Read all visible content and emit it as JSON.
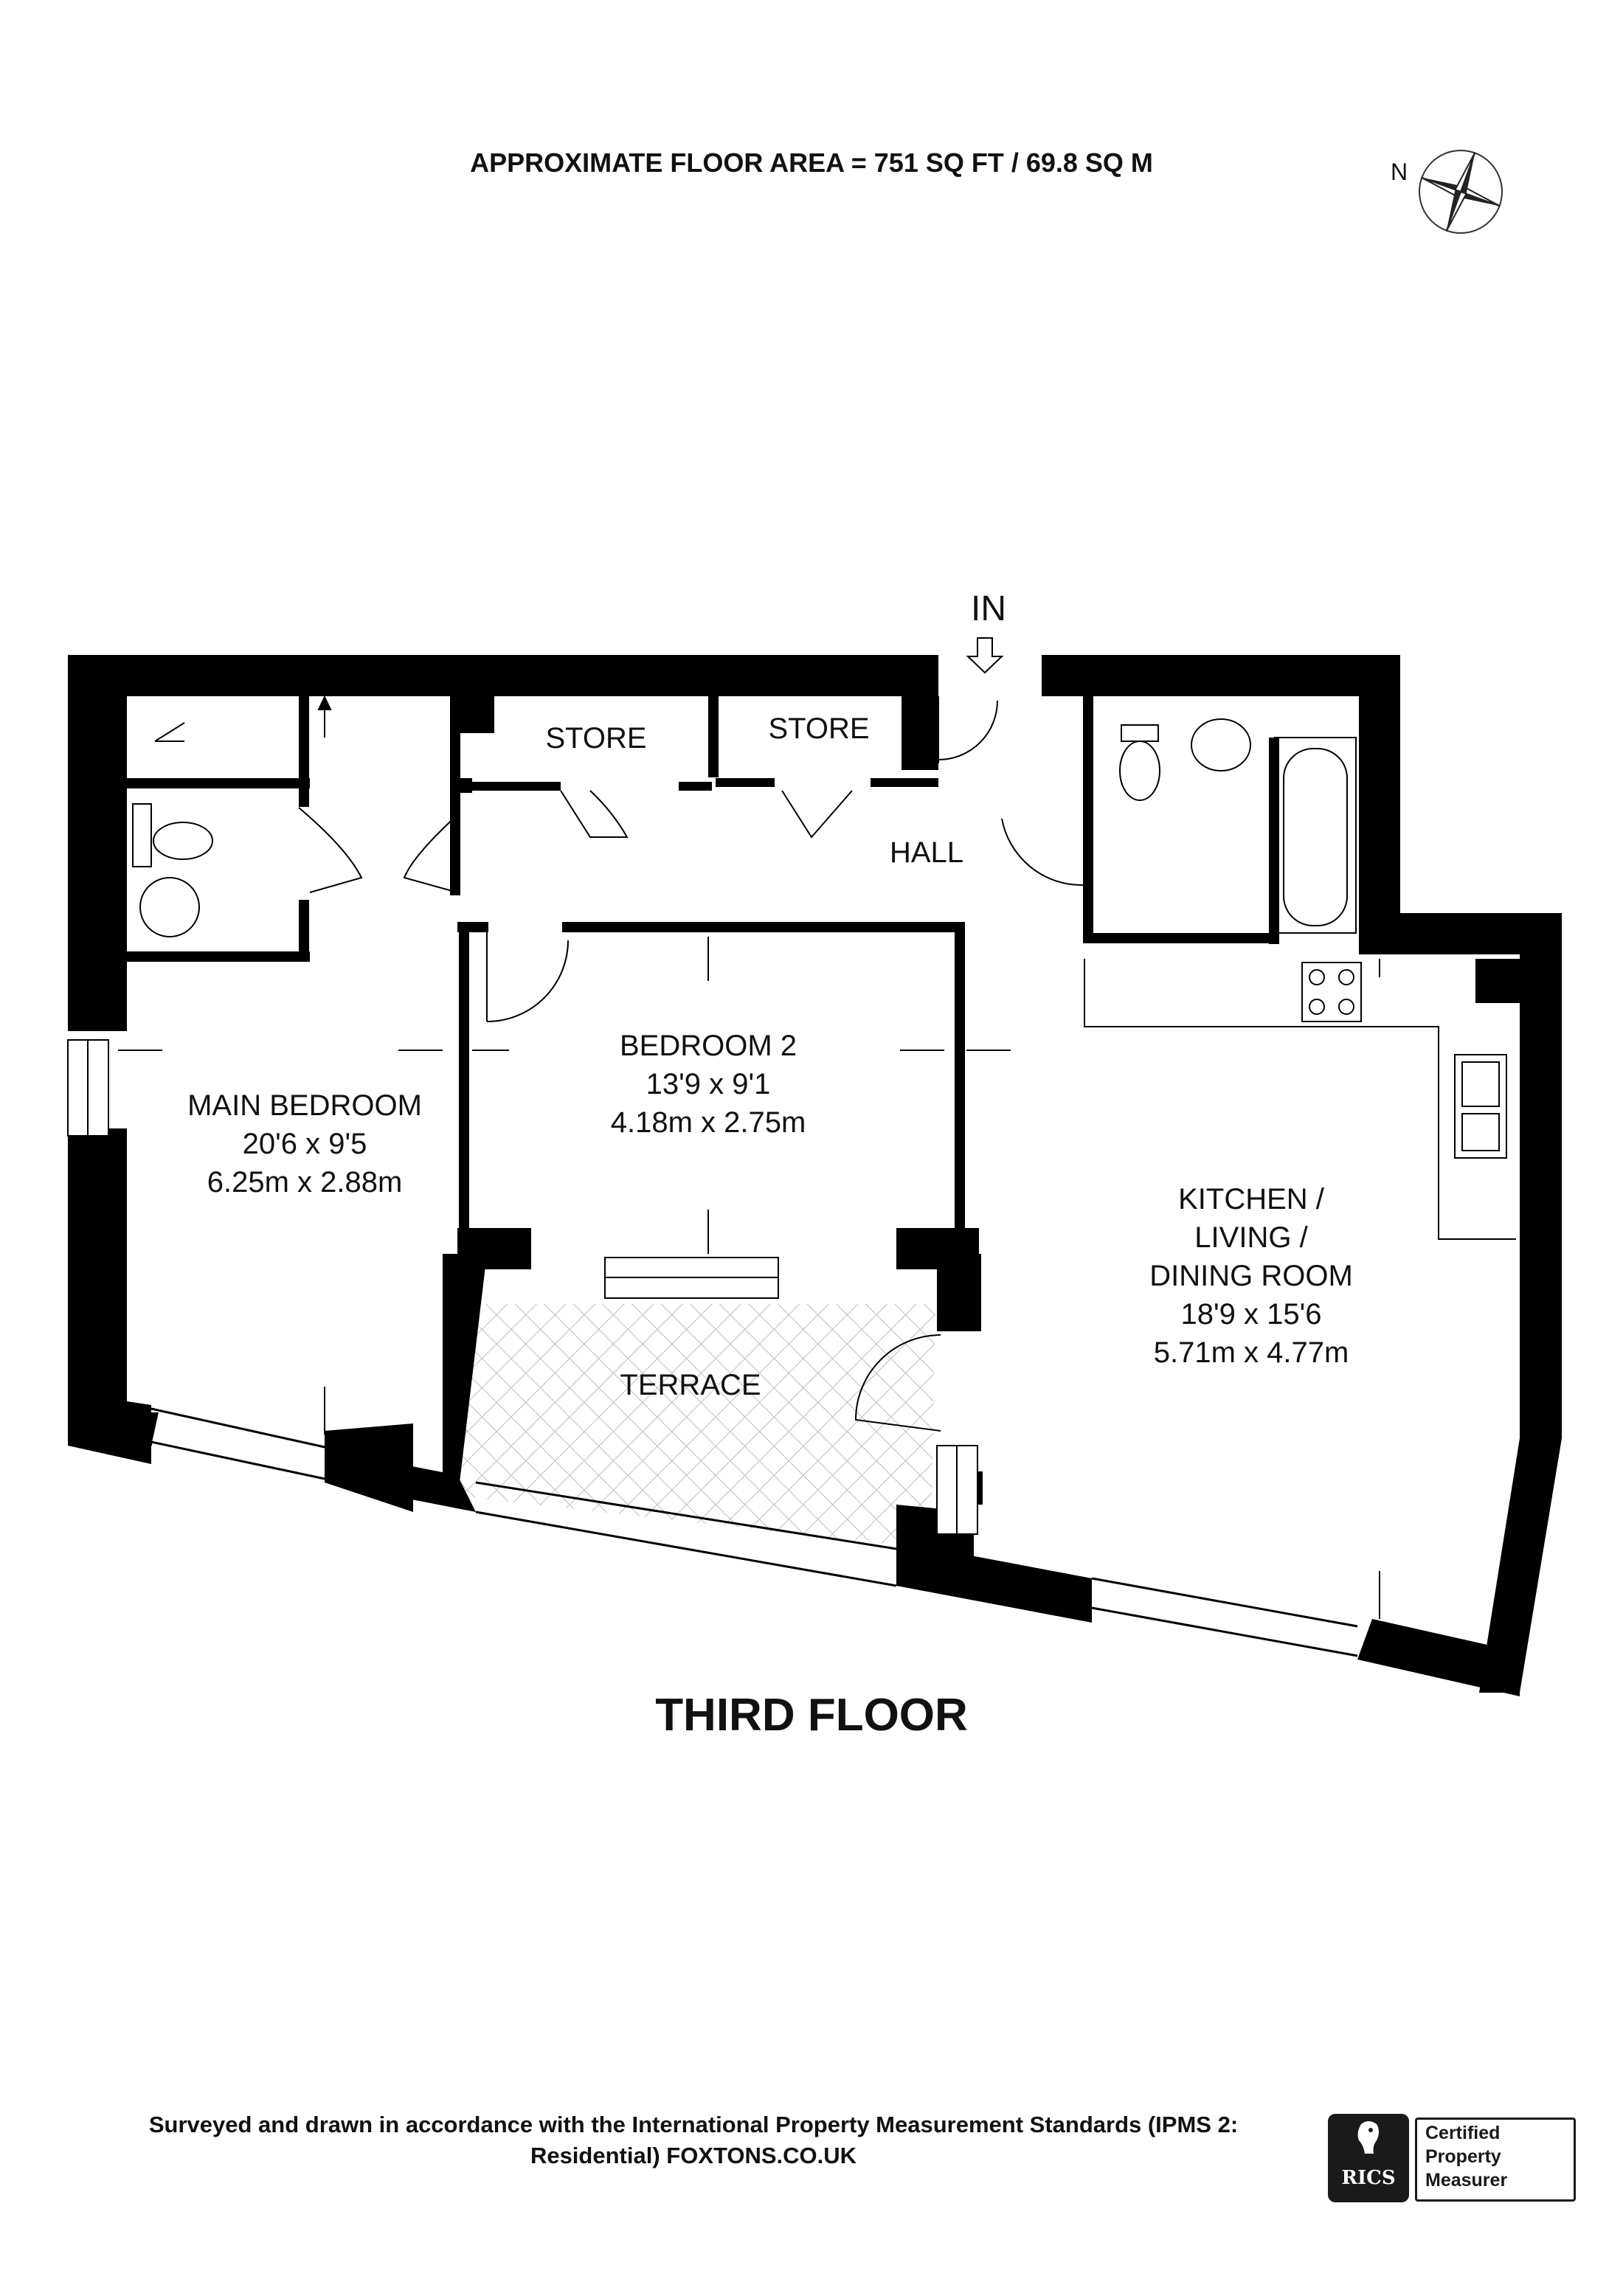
{
  "header": {
    "floor_area": "APPROXIMATE FLOOR AREA = 751 SQ FT / 69.8 SQ M"
  },
  "compass": {
    "label": "N",
    "icon": "north-arrow-icon"
  },
  "plan": {
    "floor_name": "THIRD FLOOR",
    "entrance": "IN",
    "rooms": [
      {
        "id": "main-bedroom",
        "lines": [
          "MAIN BEDROOM",
          "20'6 x 9'5",
          "6.25m x 2.88m"
        ]
      },
      {
        "id": "bedroom-2",
        "lines": [
          "BEDROOM 2",
          "13'9 x 9'1",
          "4.18m x 2.75m"
        ]
      },
      {
        "id": "kitchen",
        "lines": [
          "KITCHEN /",
          "LIVING /",
          "DINING ROOM",
          "18'9 x 15'6",
          "5.71m x 4.77m"
        ]
      },
      {
        "id": "hall",
        "lines": [
          "HALL"
        ]
      },
      {
        "id": "store-1",
        "lines": [
          "STORE"
        ]
      },
      {
        "id": "store-2",
        "lines": [
          "STORE"
        ]
      },
      {
        "id": "terrace",
        "lines": [
          "TERRACE"
        ]
      }
    ]
  },
  "footer": {
    "statement_line1": "Surveyed and drawn in accordance with the International Property Measurement Standards (IPMS 2:",
    "statement_line2": "Residential) FOXTONS.CO.UK",
    "badge": {
      "logo_text": "RICS",
      "line1": "Certified",
      "line2": "Property",
      "line3": "Measurer"
    }
  },
  "colors": {
    "wall": "#000000",
    "background": "#ffffff",
    "terrace_hatch": "#c8c8c8"
  }
}
